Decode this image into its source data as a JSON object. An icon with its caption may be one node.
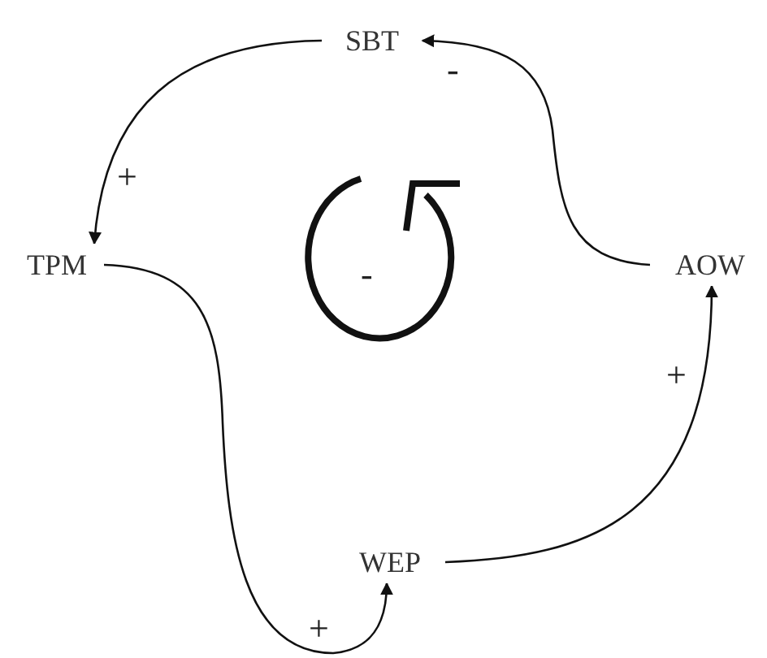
{
  "diagram": {
    "nodes": [
      {
        "text": [
          "SBT"
        ]
      },
      {
        "text": [
          "TPM"
        ]
      },
      {
        "text": [
          "AOW"
        ]
      },
      {
        "text": [
          "WEP"
        ]
      }
    ],
    "edges": [
      {
        "from": 0,
        "to": 1,
        "arrow": "to",
        "label": "+"
      },
      {
        "from": 1,
        "to": 3,
        "arrow": "to",
        "label": "+"
      },
      {
        "from": 3,
        "to": 2,
        "arrow": "to",
        "label": "+"
      },
      {
        "from": 2,
        "to": 0,
        "arrow": "to",
        "label": "-"
      }
    ],
    "labels": [
      "-"
    ]
  }
}
